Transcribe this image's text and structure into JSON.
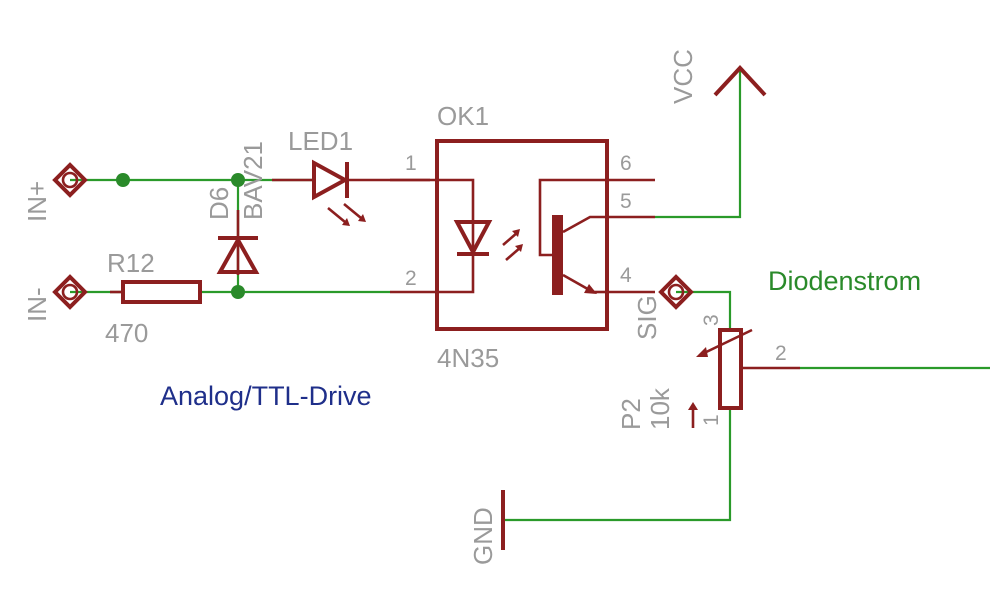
{
  "colors": {
    "wire": "#2a9a2a",
    "part": "#8c1f1f",
    "label": "#9a9a9a",
    "title_blue": "#1f2f8a",
    "title_green": "#2a8a2a"
  },
  "labels": {
    "in_plus": "IN+",
    "in_minus": "IN-",
    "r12_name": "R12",
    "r12_value": "470",
    "d6_name": "D6",
    "d6_value": "BAV21",
    "led1_name": "LED1",
    "ok1_name": "OK1",
    "ok1_value": "4N35",
    "pin1": "1",
    "pin2": "2",
    "pin4": "4",
    "pin5": "5",
    "pin6": "6",
    "vcc": "VCC",
    "sig": "SIG",
    "p2_name": "P2",
    "p2_value": "10k",
    "p2_pin1": "1",
    "p2_pin2": "2",
    "p2_pin3": "3",
    "gnd": "GND"
  },
  "titles": {
    "drive": "Analog/TTL-Drive",
    "diode_current": "Diodenstrom"
  }
}
